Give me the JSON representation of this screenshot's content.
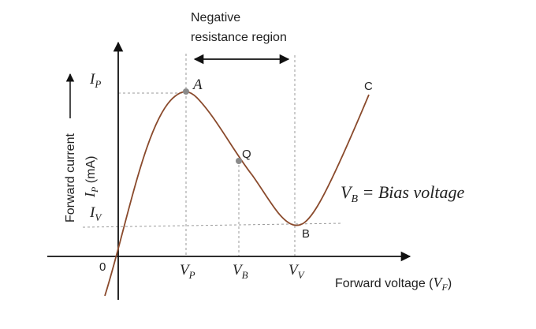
{
  "region": {
    "line1": "Negative",
    "line2": "resistance region"
  },
  "axes": {
    "y_label": "Forward current",
    "y_sub_main": "I",
    "y_sub_sub": "P",
    "y_sub_unit": " (mA)",
    "x_label_text": "Forward voltage (",
    "x_label_var": "V",
    "x_label_sub": "F",
    "x_label_close": ")",
    "origin": "0"
  },
  "ticks": {
    "ip_main": "I",
    "ip_sub": "P",
    "iv_main": "I",
    "iv_sub": "V",
    "vp_main": "V",
    "vp_sub": "P",
    "vb_main": "V",
    "vb_sub": "B",
    "vv_main": "V",
    "vv_sub": "V"
  },
  "points": {
    "A": "A",
    "Q": "Q",
    "B": "B",
    "C": "C"
  },
  "equation": {
    "lhs_main": "V",
    "lhs_sub": "B",
    "rhs": " = Bias voltage"
  },
  "colors": {
    "curve": "#8a4a2c",
    "axis": "#111111",
    "guide": "#9a9a9a",
    "dot": "#8a8a8a"
  }
}
